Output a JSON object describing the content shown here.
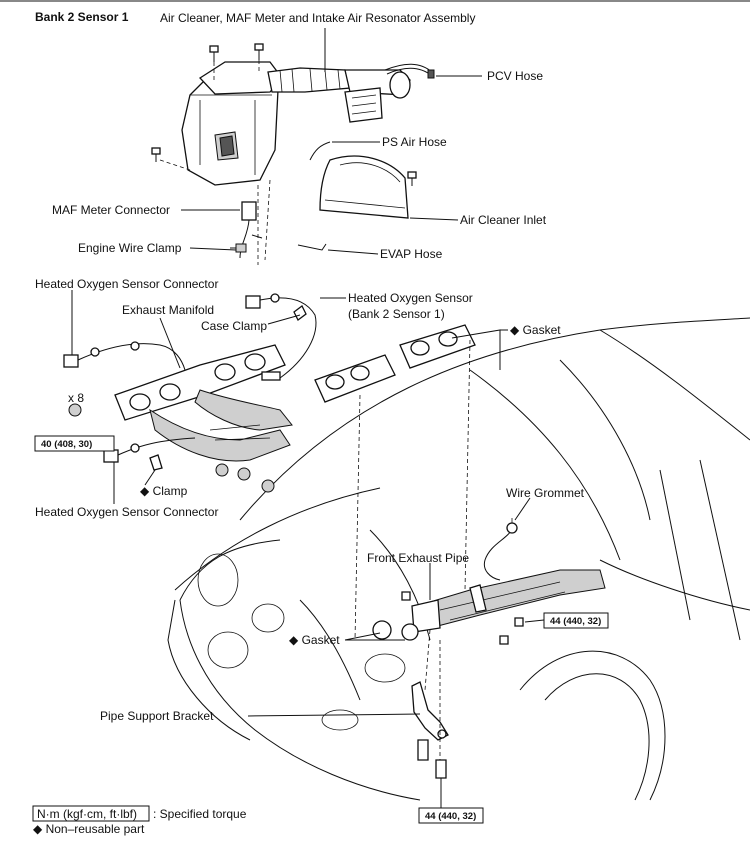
{
  "title": "Bank 2 Sensor 1",
  "labels": {
    "air_cleaner_assembly": "Air Cleaner, MAF Meter and Intake Air Resonator Assembly",
    "pcv_hose": "PCV Hose",
    "ps_air_hose": "PS Air Hose",
    "maf_meter_connector": "MAF Meter Connector",
    "air_cleaner_inlet": "Air Cleaner Inlet",
    "engine_wire_clamp": "Engine Wire Clamp",
    "evap_hose": "EVAP Hose",
    "hos_connector_top": "Heated Oxygen Sensor Connector",
    "exhaust_manifold": "Exhaust Manifold",
    "hos_line1": "Heated Oxygen Sensor",
    "hos_line2": "(Bank 2 Sensor 1)",
    "case_clamp": "Case Clamp",
    "gasket_top": "◆ Gasket",
    "count": "x 8",
    "clamp": "◆ Clamp",
    "hos_connector_bottom": "Heated Oxygen Sensor Connector",
    "wire_grommet": "Wire Grommet",
    "front_exhaust_pipe": "Front Exhaust Pipe",
    "gasket_bottom": "◆ Gasket",
    "pipe_support_bracket": "Pipe Support Bracket"
  },
  "torques": {
    "manifold_nut": "40 (408, 30)",
    "pipe_bolt": "44 (440, 32)",
    "bracket_bolt": "44 (440, 32)"
  },
  "legend": {
    "unit": "N·m (kgf·cm, ft·lbf)",
    "unit_desc": ": Specified torque",
    "non_reusable": "◆ Non–reusable part"
  }
}
